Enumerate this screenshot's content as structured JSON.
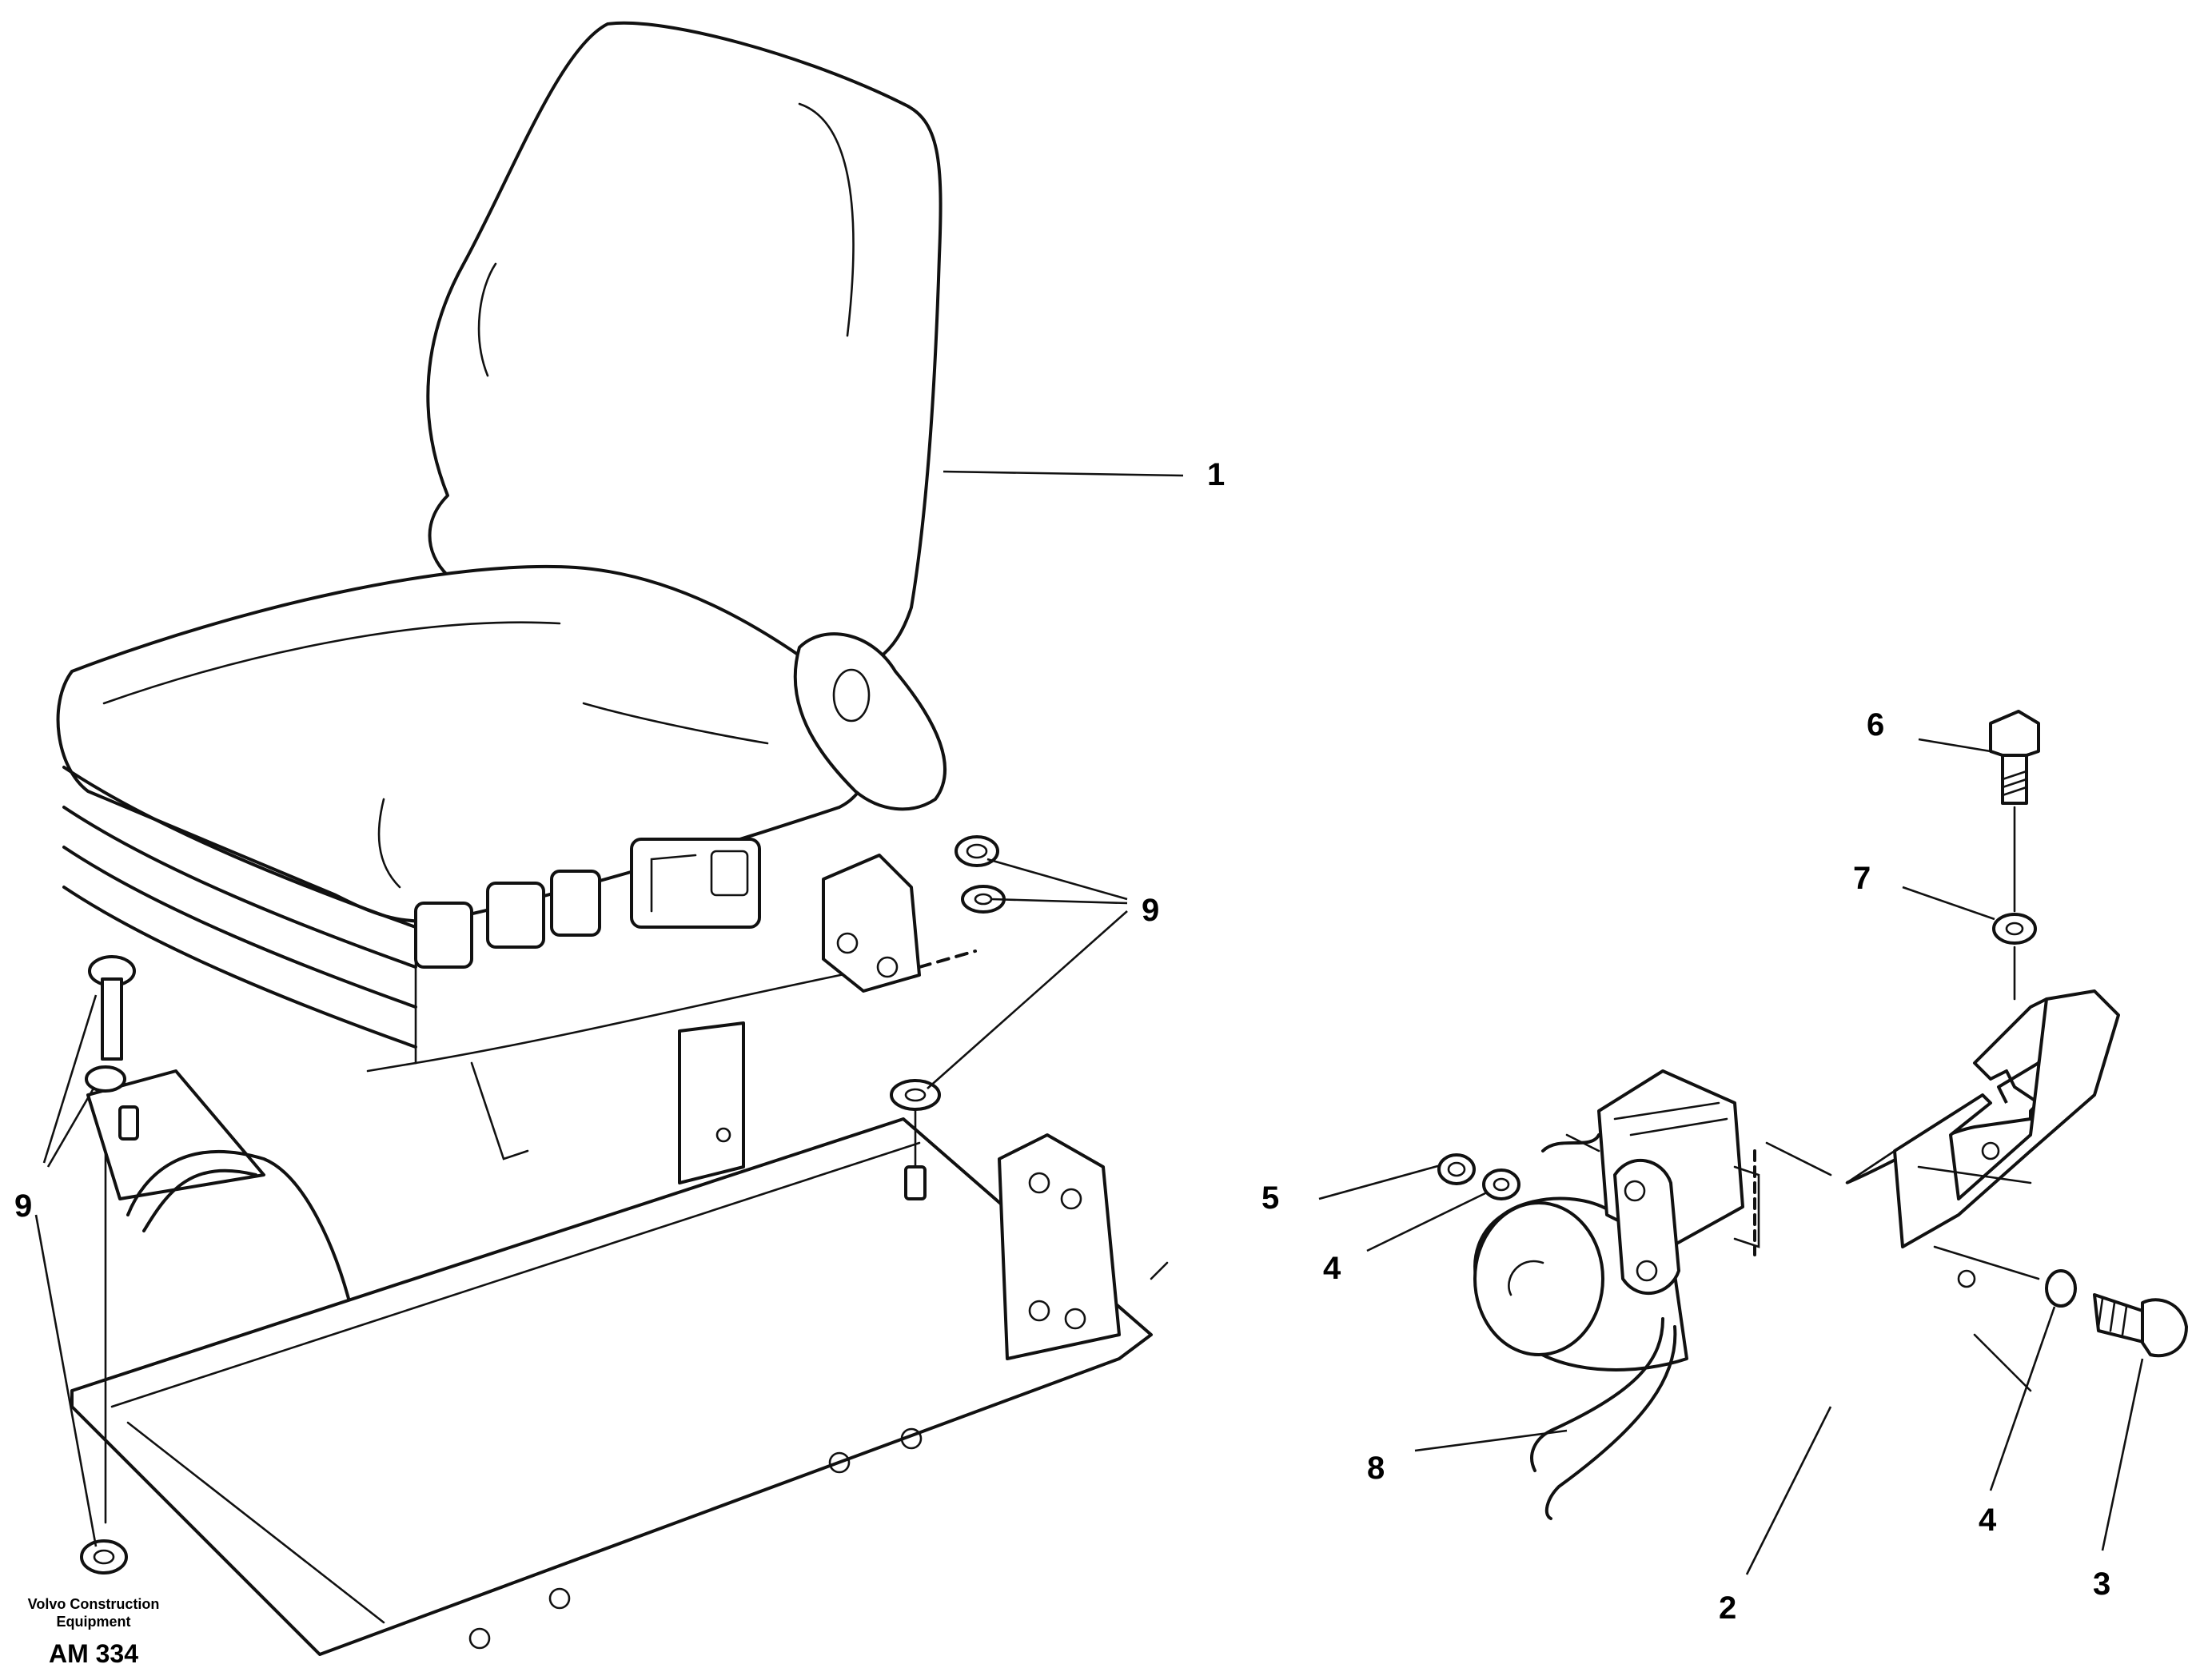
{
  "callouts": {
    "c1": "1",
    "c2": "2",
    "c3": "3",
    "c4a": "4",
    "c4b": "4",
    "c5": "5",
    "c6": "6",
    "c7": "7",
    "c8": "8",
    "c9a": "9",
    "c9b": "9"
  },
  "credit": {
    "line1": "Volvo Construction",
    "line2": "Equipment",
    "code": "AM 334"
  }
}
